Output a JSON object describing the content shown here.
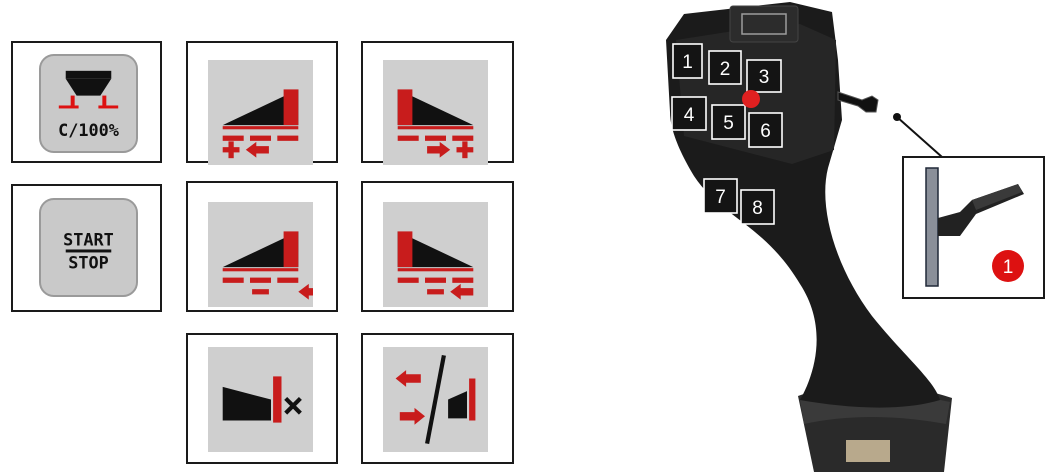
{
  "icons": {
    "c100_label": "C/100%",
    "start_label": "START",
    "stop_label": "STOP"
  },
  "joystick": {
    "buttons": [
      "1",
      "2",
      "3",
      "4",
      "5",
      "6",
      "7",
      "8"
    ],
    "callout_label": "1",
    "marker_color": "#e02020",
    "callout_color": "#dd1111"
  }
}
